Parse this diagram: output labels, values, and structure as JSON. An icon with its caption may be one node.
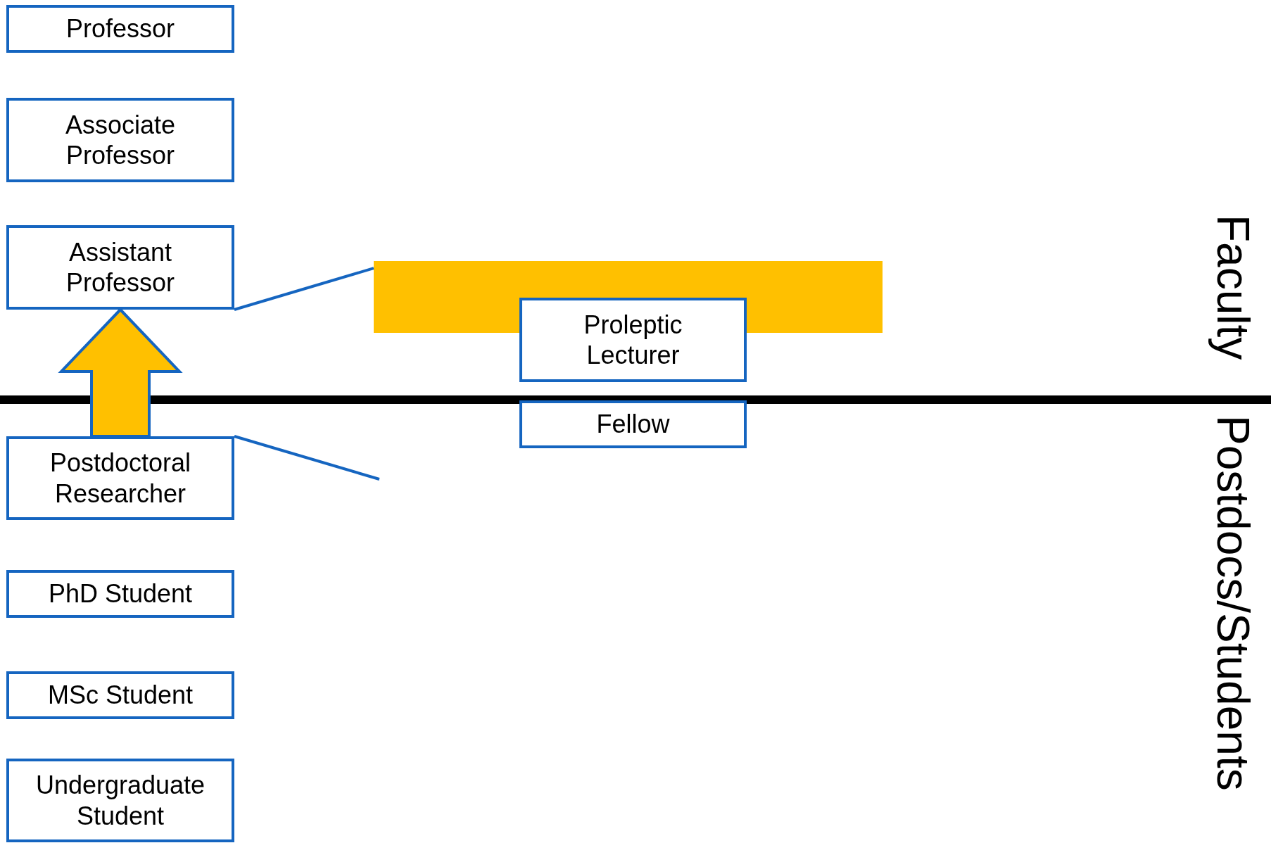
{
  "diagram": {
    "nodes": [
      {
        "text": [
          "Professor"
        ]
      },
      {
        "text": [
          "Associate Professor"
        ]
      },
      {
        "text": [
          "Assistant Professor"
        ]
      },
      {
        "text": [],
        "shape": "bar"
      },
      {
        "text": [
          "Proleptic Lecturer"
        ]
      },
      {
        "text": [
          "Fellow"
        ]
      },
      {
        "text": [
          "Postdoctoral Researcher"
        ]
      },
      {
        "text": [
          "PhD Student"
        ]
      },
      {
        "text": [
          "MSc Student"
        ]
      },
      {
        "text": [
          "Undergraduate Student"
        ]
      }
    ],
    "edges": [
      {
        "from": 6,
        "to": 2,
        "arrow": "to",
        "style": "thick",
        "color": "#ffc000"
      },
      {
        "from": 2,
        "to": 3,
        "arrow": "none"
      },
      {
        "from": 6,
        "to": null,
        "arrow": "none"
      }
    ],
    "labels": [
      "Faculty",
      "Postdocs/Students"
    ]
  }
}
